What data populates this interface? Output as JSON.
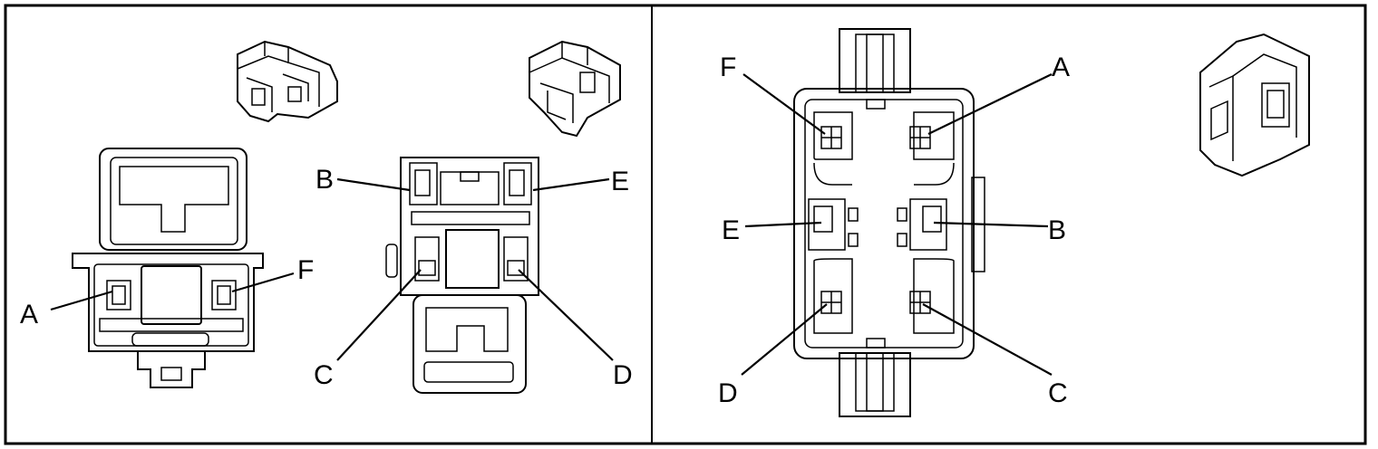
{
  "figure": {
    "left_panel": {
      "view1_labels": {
        "a": "A",
        "f": "F"
      },
      "view2_labels": {
        "b": "B",
        "e": "E",
        "c": "C",
        "d": "D"
      }
    },
    "right_panel": {
      "face_labels": {
        "f": "F",
        "a": "A",
        "e": "E",
        "b": "B",
        "d": "D",
        "c": "C"
      }
    }
  }
}
